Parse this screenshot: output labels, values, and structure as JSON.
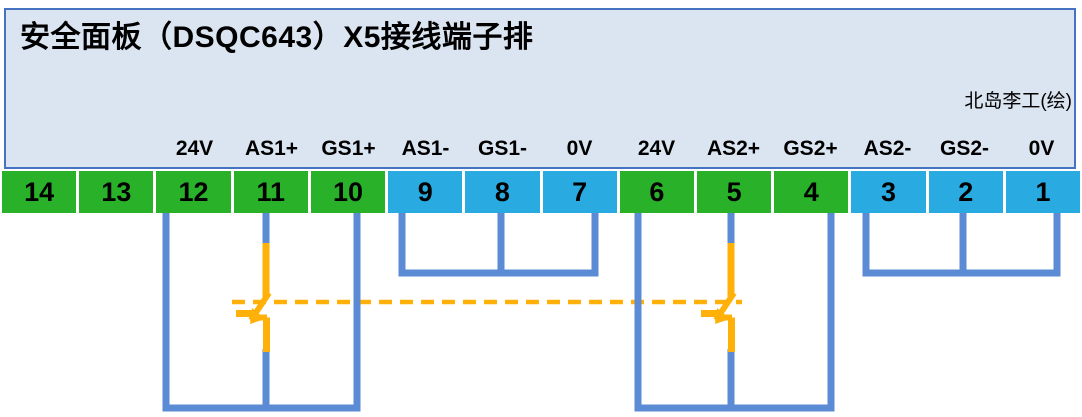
{
  "header": {
    "title": "安全面板（DSQC643）X5接线端子排",
    "credit": "北岛李工(绘)"
  },
  "terminal_strip": {
    "terminals": [
      {
        "number": "14",
        "signal": "",
        "color": "green"
      },
      {
        "number": "13",
        "signal": "",
        "color": "green"
      },
      {
        "number": "12",
        "signal": "24V",
        "color": "green"
      },
      {
        "number": "11",
        "signal": "AS1+",
        "color": "green"
      },
      {
        "number": "10",
        "signal": "GS1+",
        "color": "green"
      },
      {
        "number": "9",
        "signal": "AS1-",
        "color": "blue"
      },
      {
        "number": "8",
        "signal": "GS1-",
        "color": "blue"
      },
      {
        "number": "7",
        "signal": "0V",
        "color": "blue"
      },
      {
        "number": "6",
        "signal": "24V",
        "color": "green"
      },
      {
        "number": "5",
        "signal": "AS2+",
        "color": "green"
      },
      {
        "number": "4",
        "signal": "GS2+",
        "color": "green"
      },
      {
        "number": "3",
        "signal": "AS2-",
        "color": "blue"
      },
      {
        "number": "2",
        "signal": "GS2-",
        "color": "blue"
      },
      {
        "number": "1",
        "signal": "0V",
        "color": "blue"
      }
    ]
  },
  "wiring": {
    "estop_loop_1": "terminals 12 (24V) and 10 (GS1+) joined by bottom bus; terminal 11 (AS1+) passes through NC switch contact into same bus",
    "jumper_1": "terminals 9 (AS1-), 8 (GS1-) and 7 (0V) jumpered together",
    "estop_loop_2": "terminals 6 (24V) and 4 (GS2+) joined by bottom bus; terminal 5 (AS2+) passes through NC switch contact into same bus",
    "jumper_2": "terminals 3 (AS2-), 2 (GS2-) and 1 (0V) jumpered together",
    "mechanical_link": "dashed orange line linking the two switch contacts"
  },
  "colors": {
    "terminal_green": "#29b229",
    "terminal_blue": "#29abe2",
    "wire_blue": "#5c8bd6",
    "switch_orange": "#ffb10a",
    "panel_fill": "#dbe5f1",
    "panel_border": "#4673c1"
  }
}
